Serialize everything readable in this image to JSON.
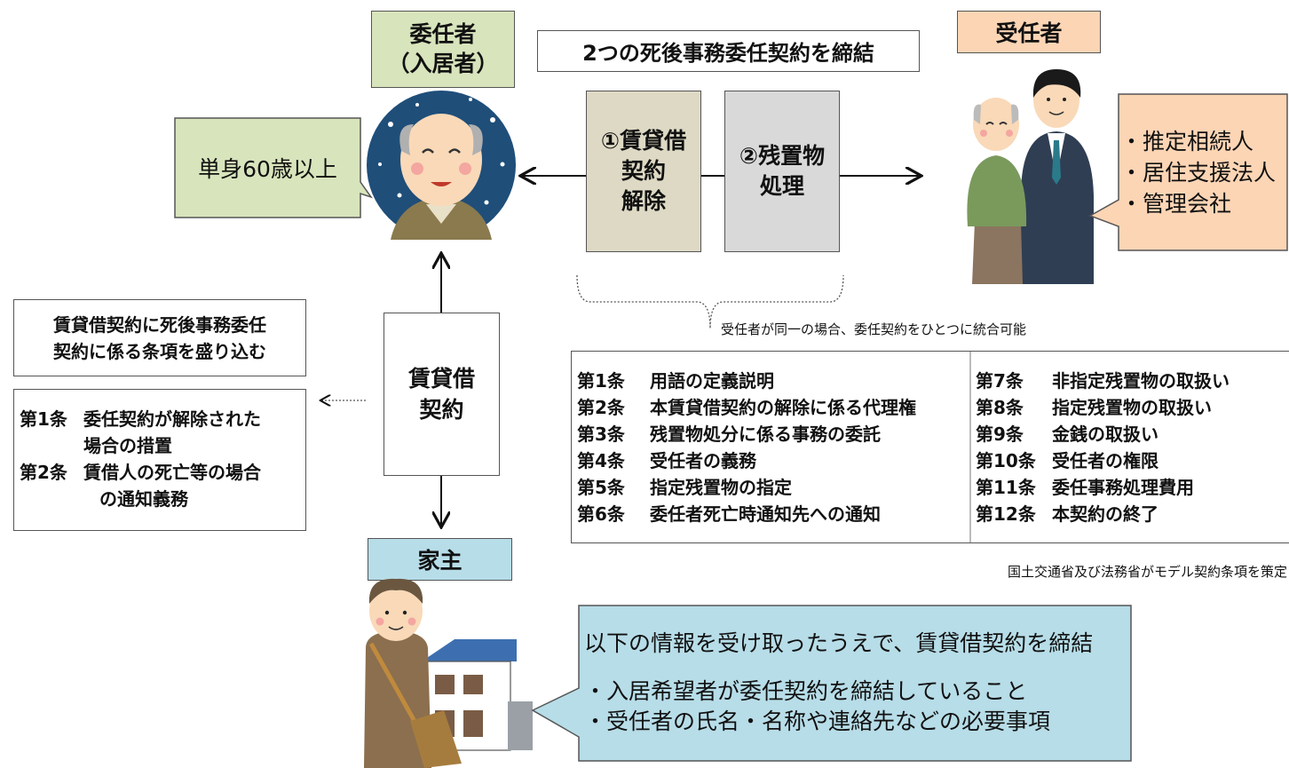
{
  "delegator": {
    "title_line1": "委任者",
    "title_line2": "（入居者）",
    "note": "単身60歳以上"
  },
  "contracts": {
    "heading": "2つの死後事務委任契約を締結",
    "first": [
      "①賃貸借",
      "契約",
      "解除"
    ],
    "second": [
      "②残置物",
      "処理"
    ],
    "merge_note": "受任者が同一の場合、委任契約をひとつに統合可能"
  },
  "trustee": {
    "title": "受任者",
    "list": [
      "・推定相続人",
      "・居住支援法人",
      "・管理会社"
    ]
  },
  "lease": {
    "label_line1": "賃貸借",
    "label_line2": "契約",
    "clause_note_line1": "賃貸借契約に死後事務委任",
    "clause_note_line2": "契約に係る条項を盛り込む",
    "clauses": [
      {
        "num": "第1条",
        "text_line1": "委任契約が解除された",
        "text_line2": "場合の措置"
      },
      {
        "num": "第2条",
        "text_line1": "賃借人の死亡等の場合",
        "text_line2": "の通知義務"
      }
    ]
  },
  "model_clauses": {
    "left": [
      {
        "num": "第1条",
        "text": "用語の定義説明"
      },
      {
        "num": "第2条",
        "text": "本賃貸借契約の解除に係る代理権"
      },
      {
        "num": "第3条",
        "text": "残置物処分に係る事務の委託"
      },
      {
        "num": "第4条",
        "text": "受任者の義務"
      },
      {
        "num": "第5条",
        "text": "指定残置物の指定"
      },
      {
        "num": "第6条",
        "text": "委任者死亡時通知先への通知"
      }
    ],
    "right": [
      {
        "num": "第7条",
        "text": "非指定残置物の取扱い"
      },
      {
        "num": "第8条",
        "text": "指定残置物の取扱い"
      },
      {
        "num": "第9条",
        "text": "金銭の取扱い"
      },
      {
        "num": "第10条",
        "text": "受任者の権限"
      },
      {
        "num": "第11条",
        "text": "委任事務処理費用"
      },
      {
        "num": "第12条",
        "text": "本契約の終了"
      }
    ],
    "source_note": "国土交通省及び法務省がモデル契約条項を策定"
  },
  "landlord": {
    "title": "家主",
    "heading": "以下の情報を受け取ったうえで、賃貸借契約を締結",
    "items": [
      "・入居希望者が委任契約を締結していること",
      "・受任者の氏名・名称や連絡先などの必要事項"
    ]
  },
  "colors": {
    "delegator_bg": "#d8e4bc",
    "trustee_bg": "#fcd5b5",
    "landlord_bg": "#b7dde8",
    "contract1_bg": "#ddd9c4",
    "contract2_bg": "#d9d9d9",
    "circle_bg": "#1f4e79"
  }
}
